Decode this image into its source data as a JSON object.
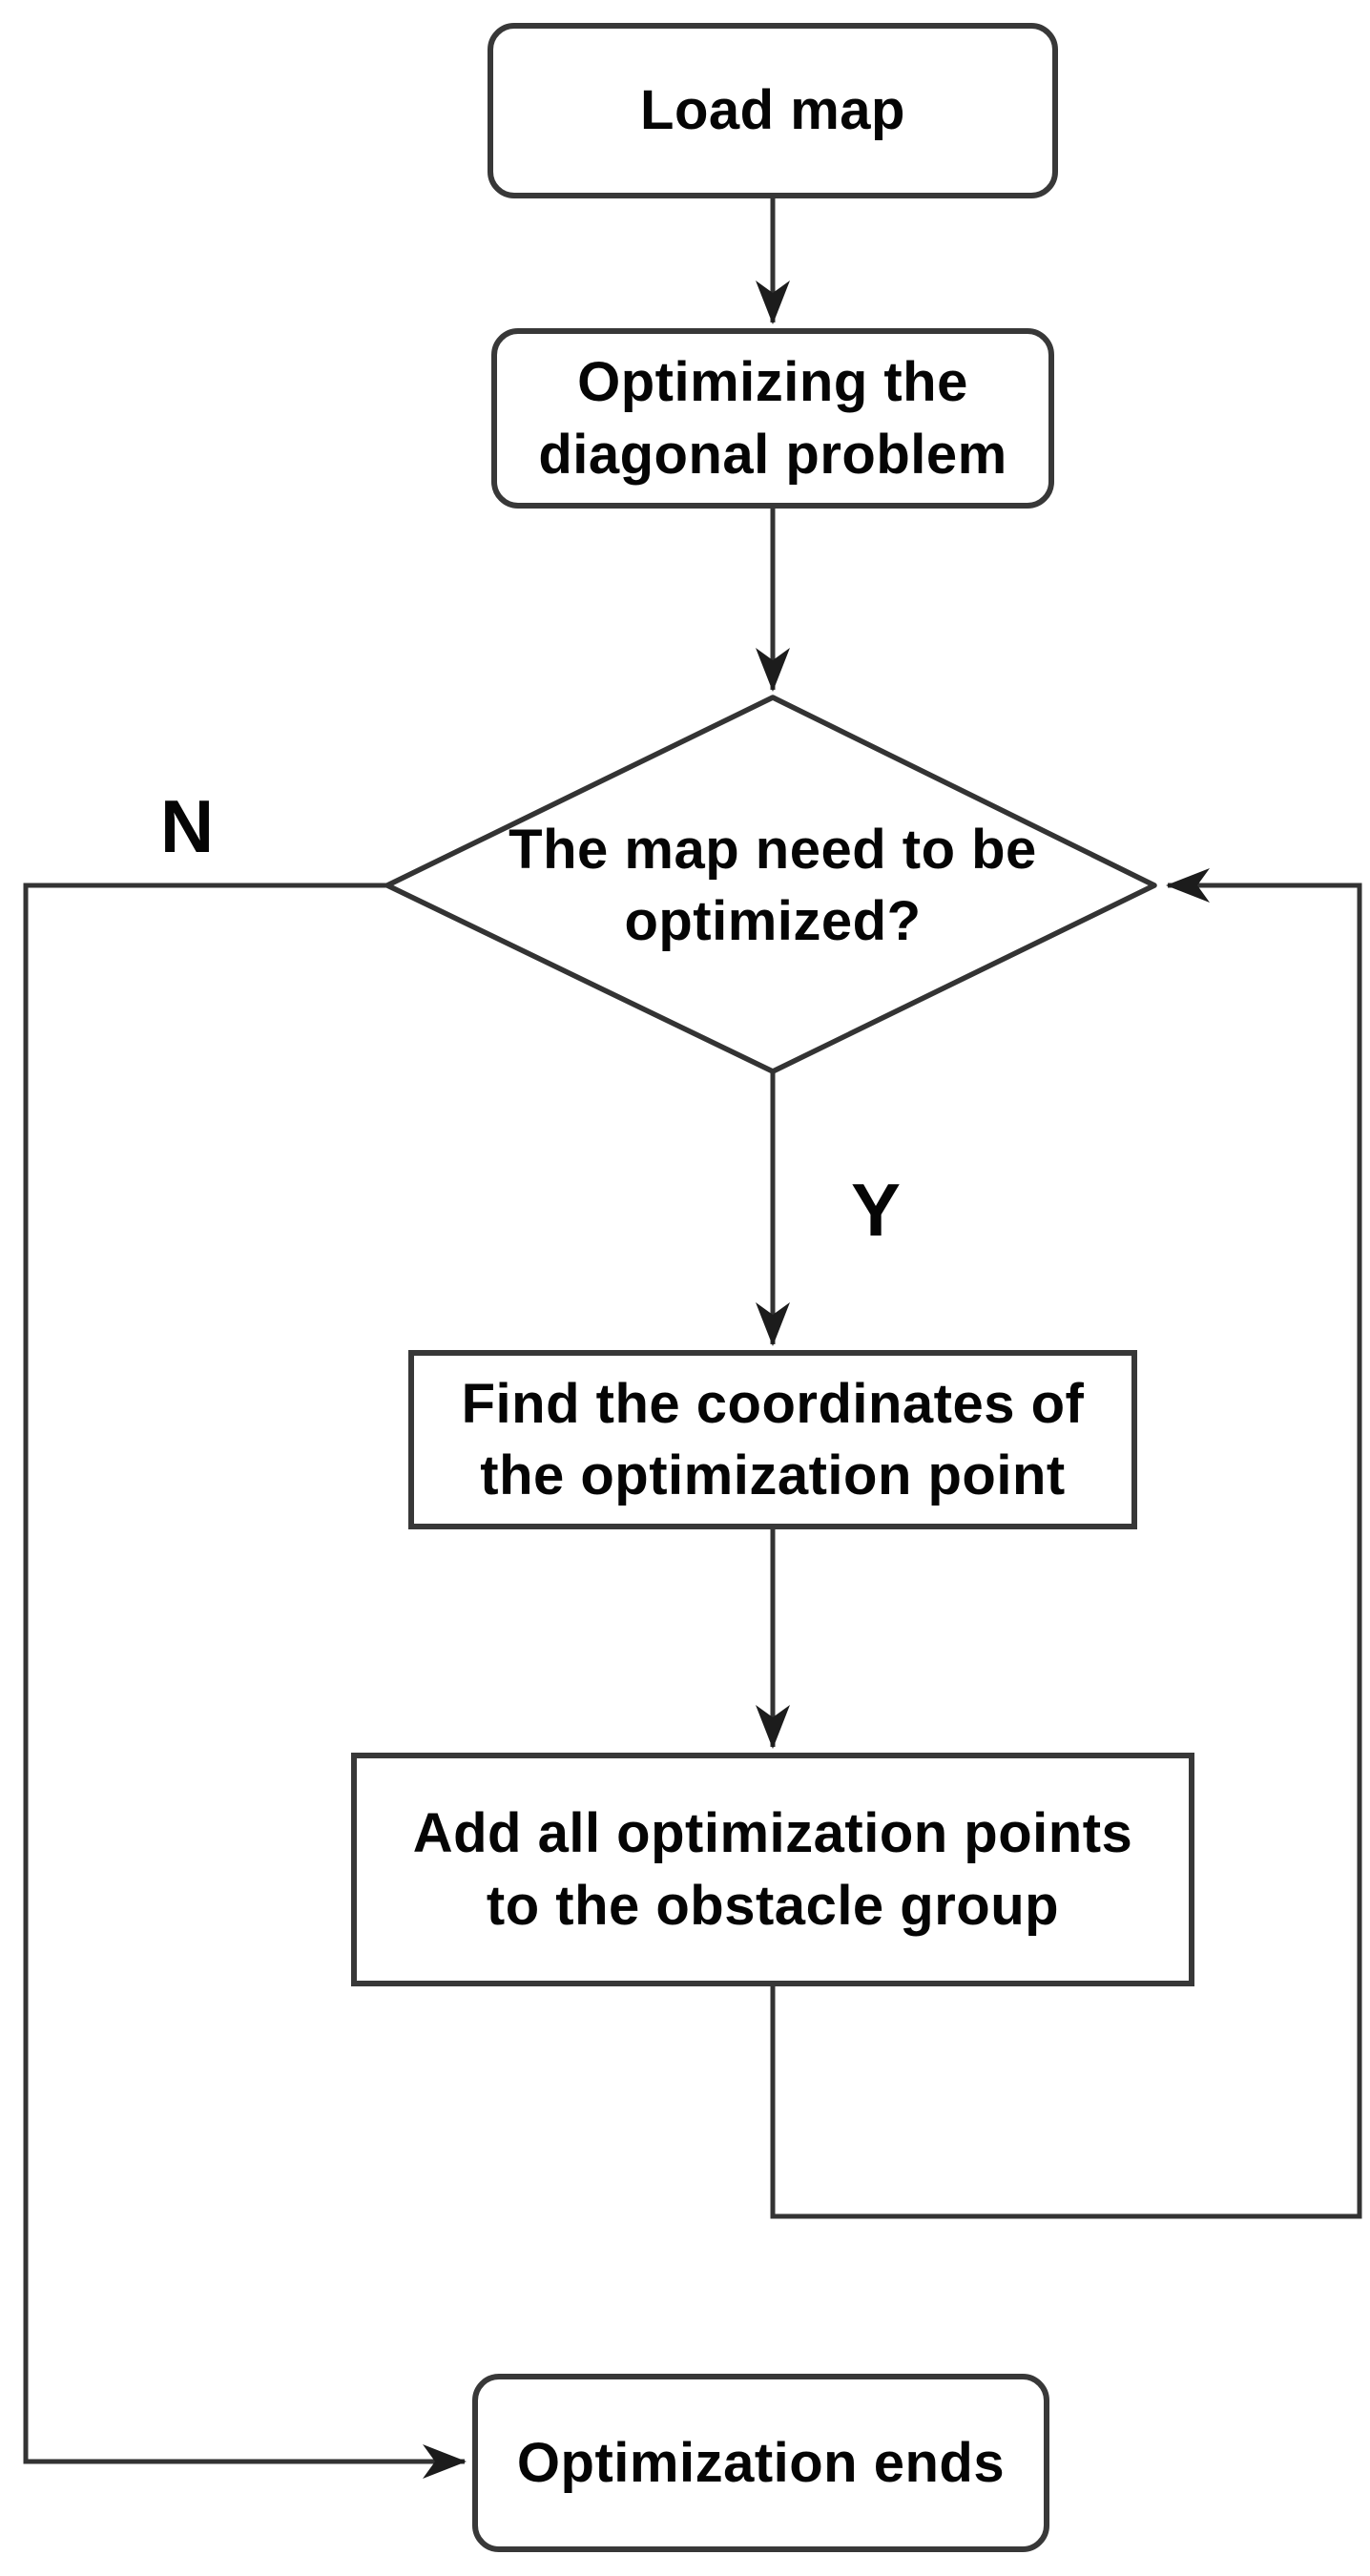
{
  "flowchart": {
    "background_color": "#ffffff",
    "line_color": "#333333",
    "border_color": "#383838",
    "text_color": "#050505",
    "nodes": {
      "load_map": {
        "shape": "rounded-rectangle",
        "label": "Load map"
      },
      "optimizing_diagonal": {
        "shape": "rounded-rectangle",
        "label": "Optimizing the\ndiagonal problem"
      },
      "map_need_optimized": {
        "shape": "diamond",
        "label": "The map need to be\noptimized?"
      },
      "find_coordinates": {
        "shape": "rectangle",
        "label": "Find the coordinates of\nthe optimization point"
      },
      "add_points": {
        "shape": "rectangle",
        "label": "Add all optimization points\nto the obstacle group"
      },
      "optimization_ends": {
        "shape": "rounded-rectangle",
        "label": "Optimization ends"
      }
    },
    "edge_labels": {
      "no_branch": "N",
      "yes_branch": "Y"
    }
  }
}
